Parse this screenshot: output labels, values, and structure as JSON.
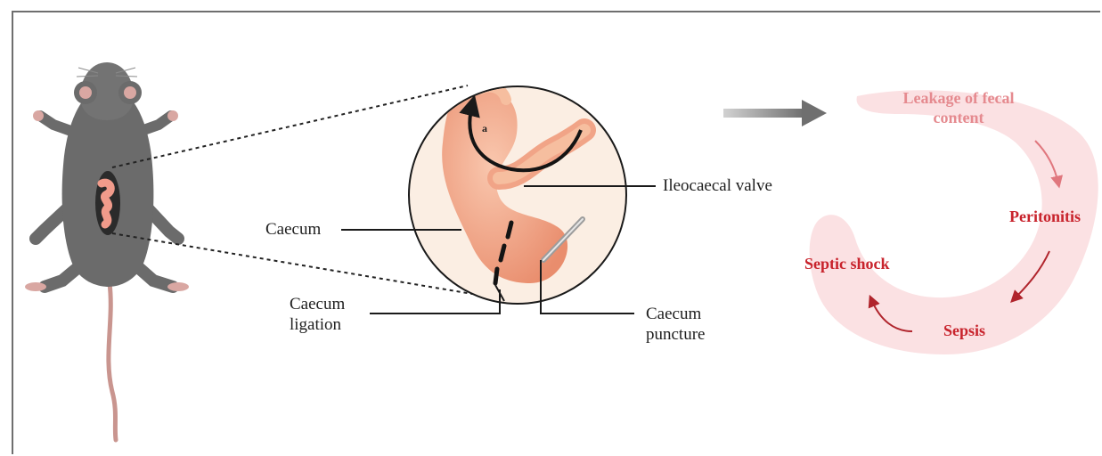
{
  "labels": {
    "caecum": "Caecum",
    "caecum_ligation": "Caecum\nligation",
    "caecum_puncture": "Caecum\npuncture",
    "ileocaecal_valve": "Ileocaecal valve",
    "arrow_letter": "a"
  },
  "cycle": {
    "leakage": "Leakage of fecal\ncontent",
    "peritonitis": "Peritonitis",
    "sepsis": "Sepsis",
    "septic_shock": "Septic shock"
  },
  "icons": {
    "mouse": "mouse-illustration-icon",
    "caecum": "caecum-magnified-icon",
    "needle": "needle-icon",
    "flow_arrow": "gray-right-arrow-icon"
  },
  "colors": {
    "frame": "#6e6e6e",
    "cycle_band": "#fbe1e3",
    "cycle_text": "#c8232c",
    "cycle_text_light": "#e58a8f",
    "mouse_body": "#6b6b6b",
    "caecum_tissue": "#f2a98a",
    "lens_fill": "#fbeee3"
  }
}
